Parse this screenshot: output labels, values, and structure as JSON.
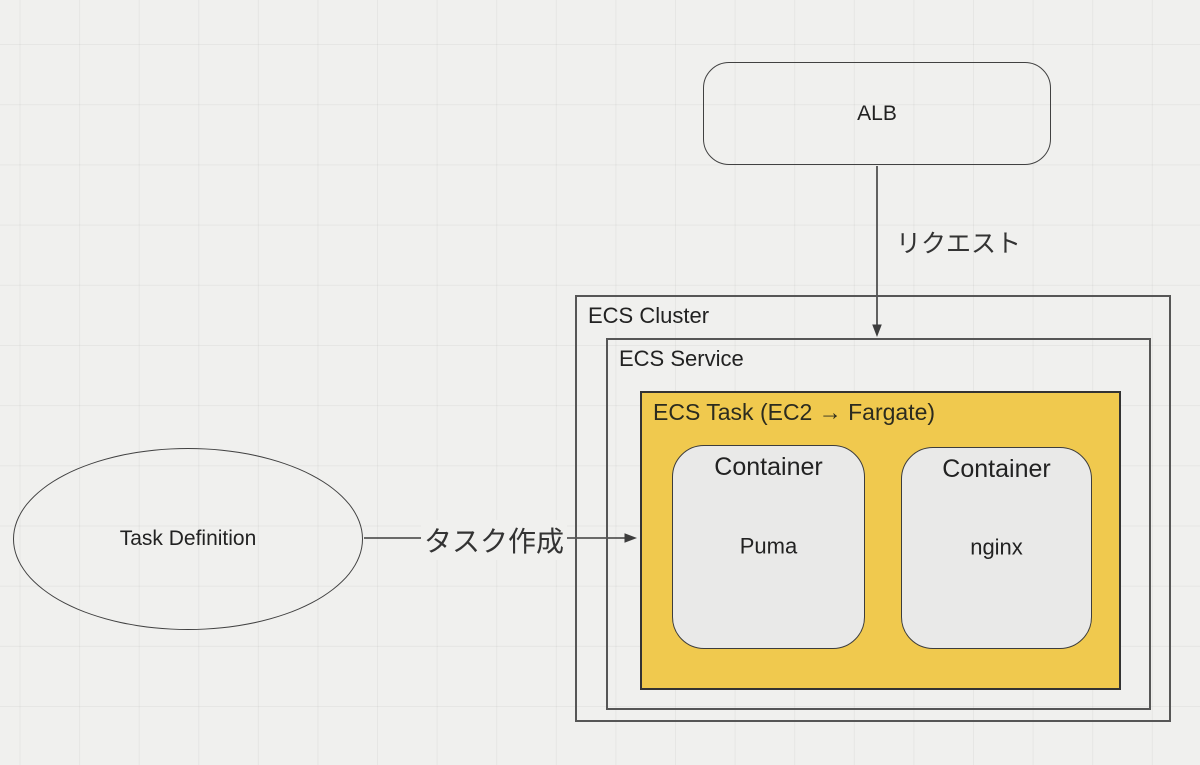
{
  "canvas": {
    "background_color": "#f0f0ee",
    "grid": "on"
  },
  "nodes": {
    "alb": {
      "label": "ALB",
      "shape": "rounded-rectangle"
    },
    "ecs_cluster": {
      "label": "ECS Cluster",
      "shape": "rectangle"
    },
    "ecs_service": {
      "label": "ECS Service",
      "shape": "rectangle"
    },
    "ecs_task": {
      "label": "ECS Task (EC2 → Fargate)",
      "shape": "rectangle",
      "fill_color": "#f0c94e"
    },
    "container_puma": {
      "title": "Container",
      "name": "Puma",
      "shape": "rounded-rectangle",
      "fill_color": "#e9e9e8"
    },
    "container_nginx": {
      "title": "Container",
      "name": "nginx",
      "shape": "rounded-rectangle",
      "fill_color": "#e9e9e8"
    },
    "task_definition": {
      "label": "Task Definition",
      "shape": "ellipse"
    }
  },
  "edges": {
    "request": {
      "label": "リクエスト",
      "from": "ALB",
      "to": "ECS Service",
      "direction": "down"
    },
    "task_create": {
      "label": "タスク作成",
      "from": "Task Definition",
      "to": "ECS Task",
      "direction": "right"
    }
  }
}
